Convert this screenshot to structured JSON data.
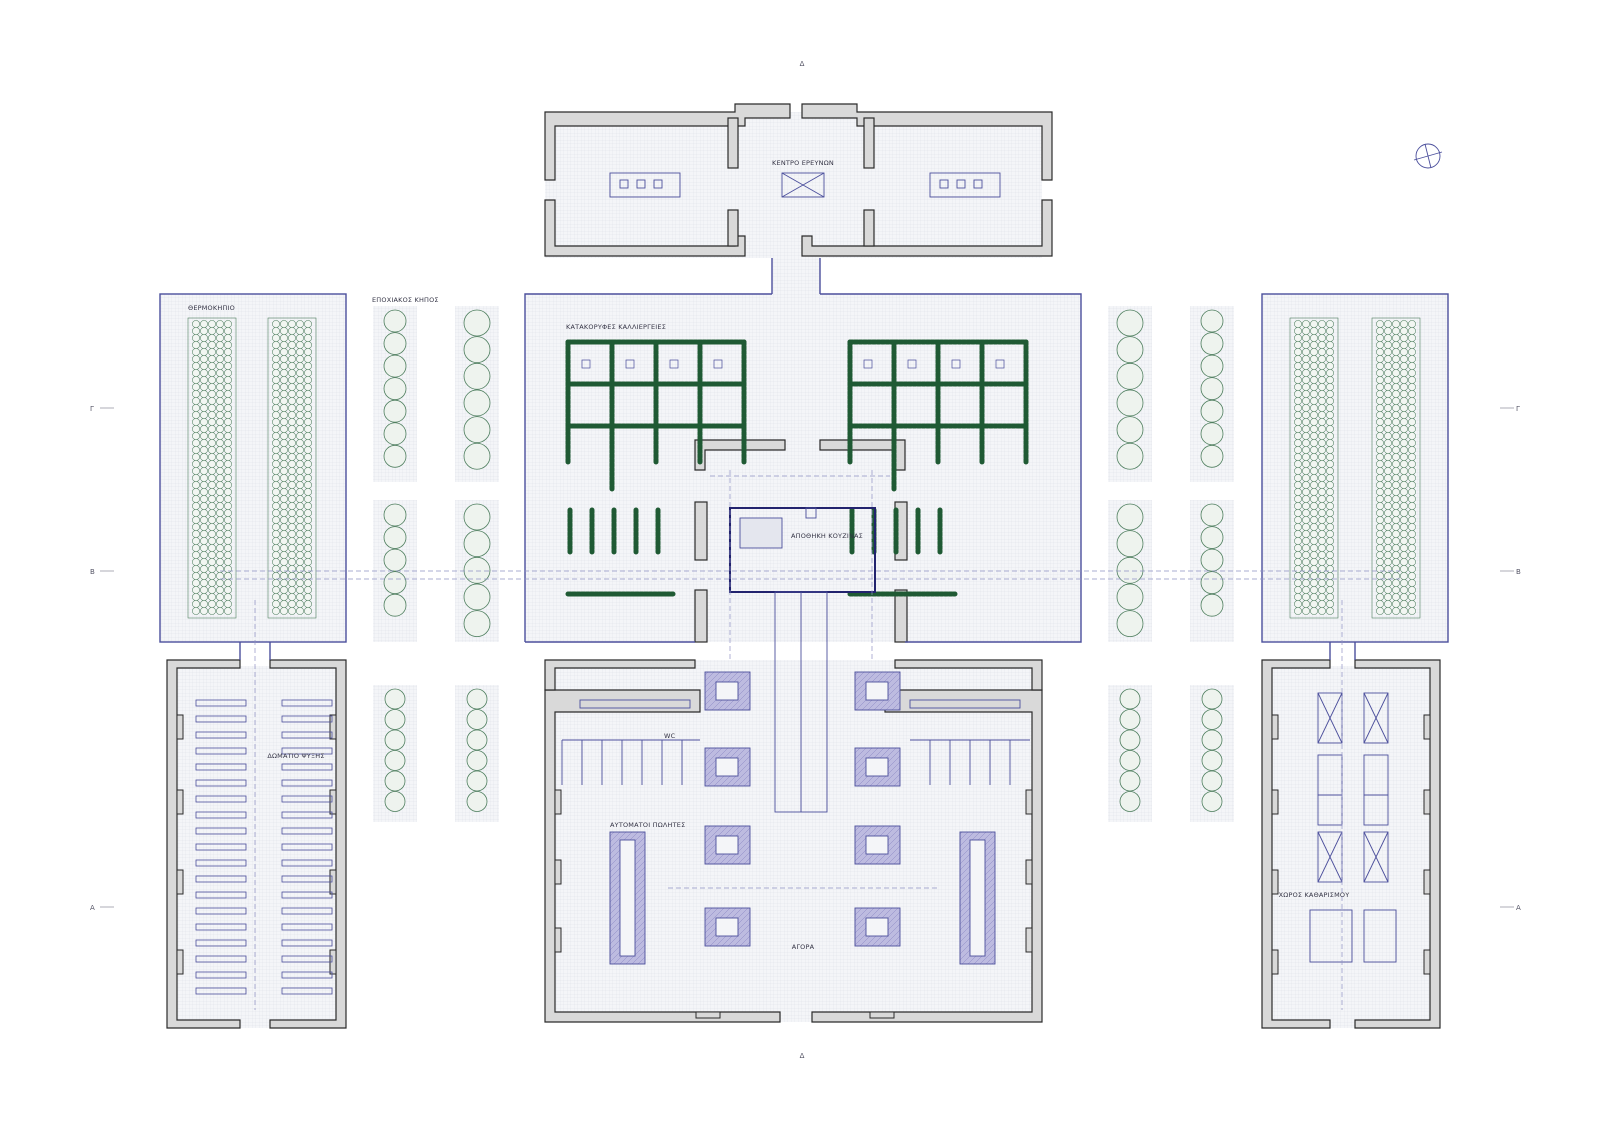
{
  "drawing": {
    "type": "architectural floor plan",
    "colors": {
      "wall": "#d9d9d9",
      "wall_outline": "#2b2b2b",
      "floor_grid": "#c9ccd8",
      "accent": "#22236e",
      "furniture": "#4b4f9c",
      "stall_fill": "#b8b6dc",
      "tree": "#4f7f5f",
      "tree_dark": "#1f5a34",
      "guide_line": "#8f91c4",
      "label": "#333344"
    }
  },
  "rooms": {
    "research_center": "ΚΕΝΤΡΟ ΕΡΕΥΝΩΝ",
    "greenhouse": "ΘΕΡΜΟΚΗΠΙΟ",
    "seasonal_garden": "ΕΠΟΧΙΑΚΟΣ ΚΗΠΟΣ",
    "vertical_cultivation": "ΚΑΤΑΚΟΡΥΦΕΣ ΚΑΛΛΙΕΡΓΕΙΕΣ",
    "kitchen_storage": "ΑΠΟΘΗΚΗ ΚΟΥΖΙΝΑΣ",
    "cold_room": "ΔΩΜΑΤΙΟ ΨΥΞΗΣ",
    "wc": "WC",
    "vending_machines": "ΑΥΤΟΜΑΤΟΙ ΠΩΛΗΤΕΣ",
    "market": "ΑΓΟΡΑ",
    "cleaning_area": "ΧΩΡΟΣ ΚΑΘΑΡΙΣΜΟΥ"
  },
  "section_markers": {
    "gamma": "Γ",
    "beta": "Β",
    "alpha": "Α",
    "delta": "Δ"
  },
  "north_arrow": {
    "icon": "north-arrow-icon"
  }
}
